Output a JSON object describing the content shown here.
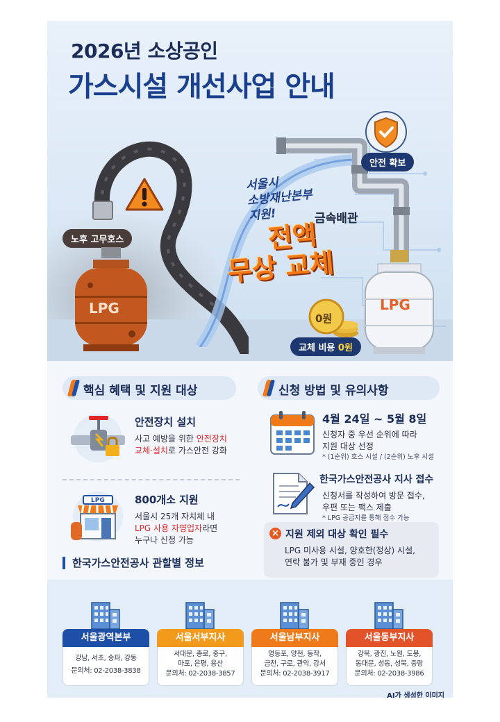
{
  "title": {
    "line1": "2026년 소상공인",
    "line2": "가스시설 개선사업 안내"
  },
  "hero": {
    "old_hose_label": "노후 고무호스",
    "old_tank_label": "LPG",
    "new_tank_label": "LPG",
    "safety_label": "안전 확보",
    "support_lines": [
      "서울시",
      "소방재난본부",
      "지원!"
    ],
    "metal_pipe": "금속배관",
    "free_line1": "전액",
    "free_line2": "무상 교체",
    "coin_label": "0원",
    "cost_label_prefix": "교체 비용 ",
    "cost_label_zero": "0원"
  },
  "benefits": {
    "header": "핵심 혜택 및 지원 대상",
    "item1": {
      "title": "안전장치 설치",
      "line1_prefix": "사고 예방을 위한 ",
      "line1_red": "안전장치",
      "line2_red": "교체·설치",
      "line2_suffix": "로 가스안전 강화"
    },
    "item2": {
      "title": "800개소 지원",
      "shop_sign": "LPG",
      "line1": "서울시 25개 자치체 내",
      "line2_red": "LPG 사용 자영업자",
      "line2_suffix": "라면",
      "line3": "누구나 신청 가능"
    }
  },
  "apply": {
    "header": "신청 방법 및 유의사항",
    "item1": {
      "title": "4월 24일 ~ 5월 8일",
      "line1": "신청자 중 우선 순위에 따라",
      "line2": "지원 대상 선정",
      "note": "* (1순위) 호스 시설 / (2순위) 노후 시설"
    },
    "item2": {
      "title": "한국가스안전공사 지사 접수",
      "line1": "신청서를 작성하여 방문 접수,",
      "line2": "우편 또는 팩스 제출",
      "note": "* LPG 공급자를 통해 접수 가능"
    },
    "exclusion": {
      "title": "지원 제외 대상 확인 필수",
      "line1": "LPG 미사용 시설, 양호한(정상) 시설,",
      "line2": "연락 불가 및 부재 중인 경우"
    }
  },
  "offices": {
    "header": "한국가스안전공사 관할별 정보",
    "cards": [
      {
        "name": "서울광역본부",
        "color": "#1d4fa6",
        "area1": "강남, 서초, 송파, 강동",
        "area2": "",
        "phone": "문의처: 02-2038-3838"
      },
      {
        "name": "서울서부지사",
        "color": "#f29a1c",
        "area1": "서대문, 종로, 중구,",
        "area2": "마포, 은평, 용산",
        "phone": "문의처: 02-2038-3857"
      },
      {
        "name": "서울남부지사",
        "color": "#ef7a1a",
        "area1": "영등포, 양천, 동작,",
        "area2": "금천, 구로, 관악, 강서",
        "phone": "문의처: 02-2038-3917"
      },
      {
        "name": "서울동부지사",
        "color": "#e2532a",
        "area1": "강북, 광진, 노원, 도봉,",
        "area2": "동대문, 성동, 성북, 중랑",
        "phone": "문의처: 02-2038-3986"
      }
    ]
  },
  "footer_note": "AI가 생성한 이미지"
}
